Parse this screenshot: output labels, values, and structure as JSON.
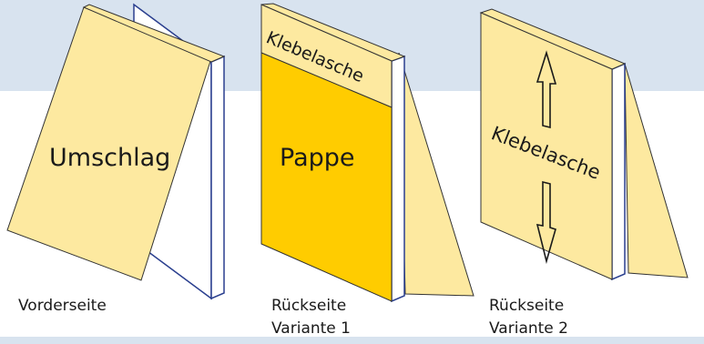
{
  "colors": {
    "background_band": "#d8e3ef",
    "footer_band": "#d8e3ef",
    "cover_fill": "#fde9a0",
    "cardboard_fill": "#ffcc00",
    "board_edge": "#ffffff",
    "outline_blue": "#2a3f8f",
    "outline_dark": "#333333"
  },
  "figures": {
    "front": {
      "cover_label": "Umschlag",
      "caption": "Vorderseite"
    },
    "back_v1": {
      "flap_label": "Klebelasche",
      "board_label": "Pappe",
      "caption_line1": "Rückseite",
      "caption_line2": "Variante 1"
    },
    "back_v2": {
      "flap_label": "Klebelasche",
      "caption_line1": "Rückseite",
      "caption_line2": "Variante 2"
    }
  },
  "icons": [
    "arrow-up-icon",
    "arrow-down-icon"
  ]
}
